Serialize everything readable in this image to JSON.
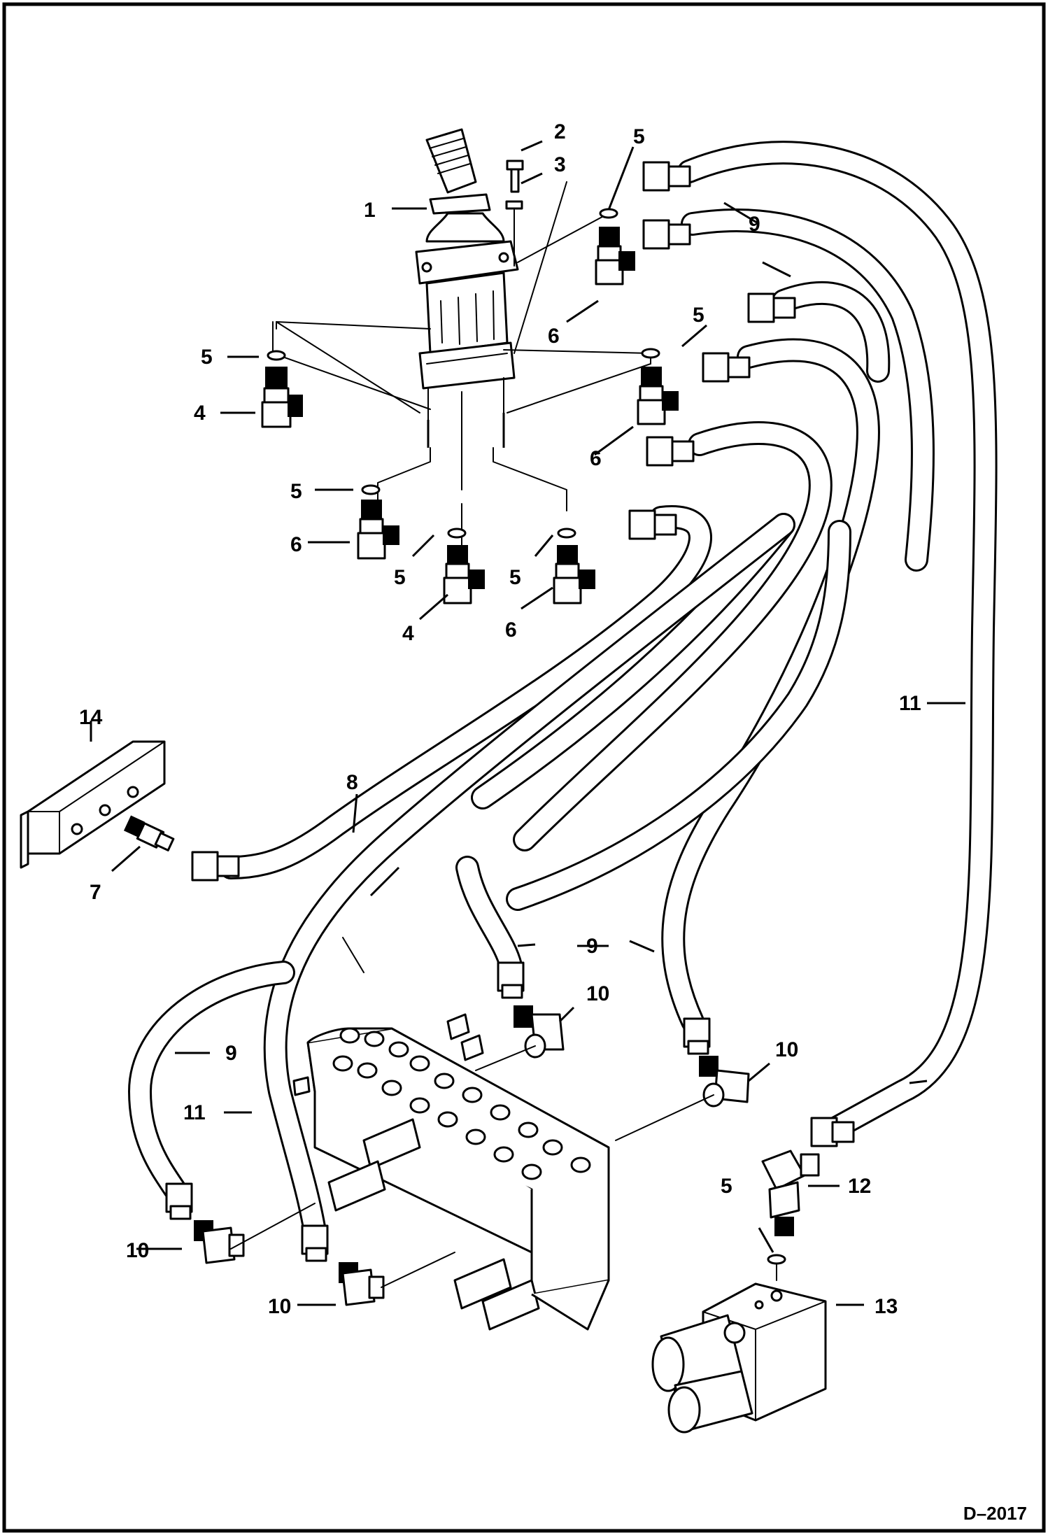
{
  "diagram": {
    "drawing_number": "D–2017",
    "callouts": [
      "1",
      "2",
      "3",
      "4",
      "5",
      "6",
      "7",
      "8",
      "9",
      "10",
      "11",
      "12",
      "13",
      "14"
    ]
  }
}
